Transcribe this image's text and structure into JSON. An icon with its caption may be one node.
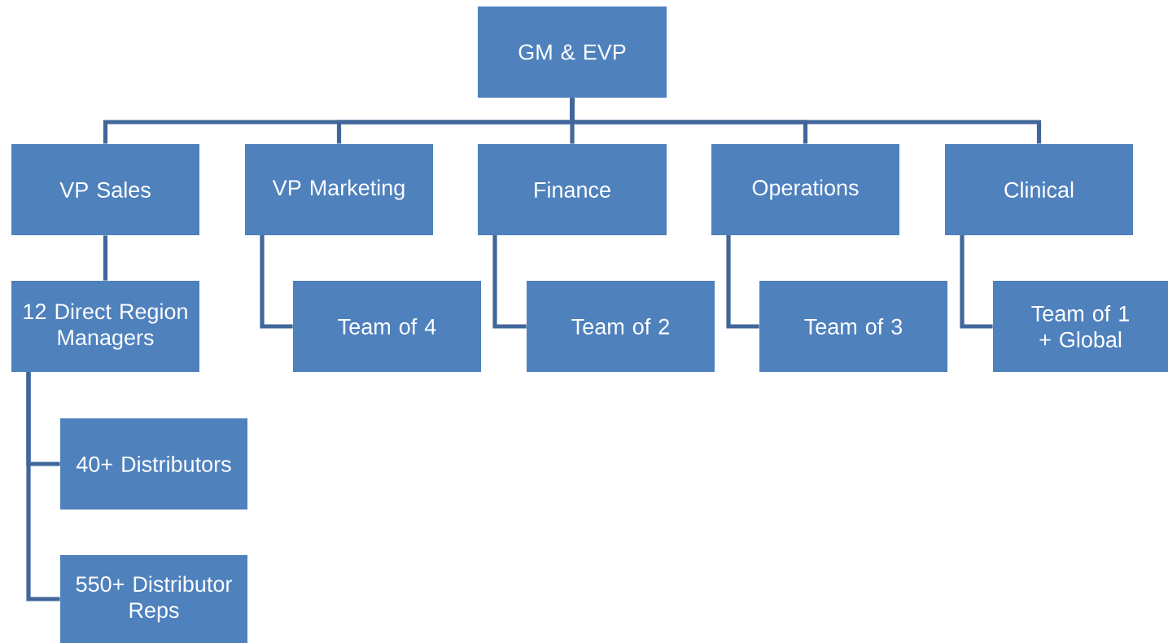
{
  "diagram": {
    "nodes": [
      {
        "text": [
          "GM & EVP"
        ]
      },
      {
        "text": [
          "VP Sales"
        ]
      },
      {
        "text": [
          "VP Marketing"
        ]
      },
      {
        "text": [
          "Finance"
        ]
      },
      {
        "text": [
          "Operations"
        ]
      },
      {
        "text": [
          "Clinical"
        ]
      },
      {
        "text": [
          "12 Direct Region Managers"
        ]
      },
      {
        "text": [
          "Team of 4"
        ]
      },
      {
        "text": [
          "Team of 2"
        ]
      },
      {
        "text": [
          "Team of 3"
        ]
      },
      {
        "text": [
          "Team of 1 + Global"
        ]
      },
      {
        "text": [
          "40+ Distributors"
        ]
      },
      {
        "text": [
          "550+ Distributor Reps"
        ]
      }
    ],
    "edges": [
      {
        "from": 0,
        "to": 1,
        "arrow": "none"
      },
      {
        "from": 0,
        "to": 2,
        "arrow": "none"
      },
      {
        "from": 0,
        "to": 3,
        "arrow": "none"
      },
      {
        "from": 0,
        "to": 4,
        "arrow": "none"
      },
      {
        "from": 0,
        "to": 5,
        "arrow": "none"
      },
      {
        "from": 1,
        "to": 6,
        "arrow": "none"
      },
      {
        "from": 2,
        "to": 7,
        "arrow": "none"
      },
      {
        "from": 3,
        "to": 8,
        "arrow": "none"
      },
      {
        "from": 4,
        "to": 9,
        "arrow": "none"
      },
      {
        "from": 5,
        "to": 10,
        "arrow": "none"
      },
      {
        "from": 6,
        "to": 11,
        "arrow": "none"
      },
      {
        "from": 6,
        "to": 12,
        "arrow": "none"
      }
    ]
  }
}
